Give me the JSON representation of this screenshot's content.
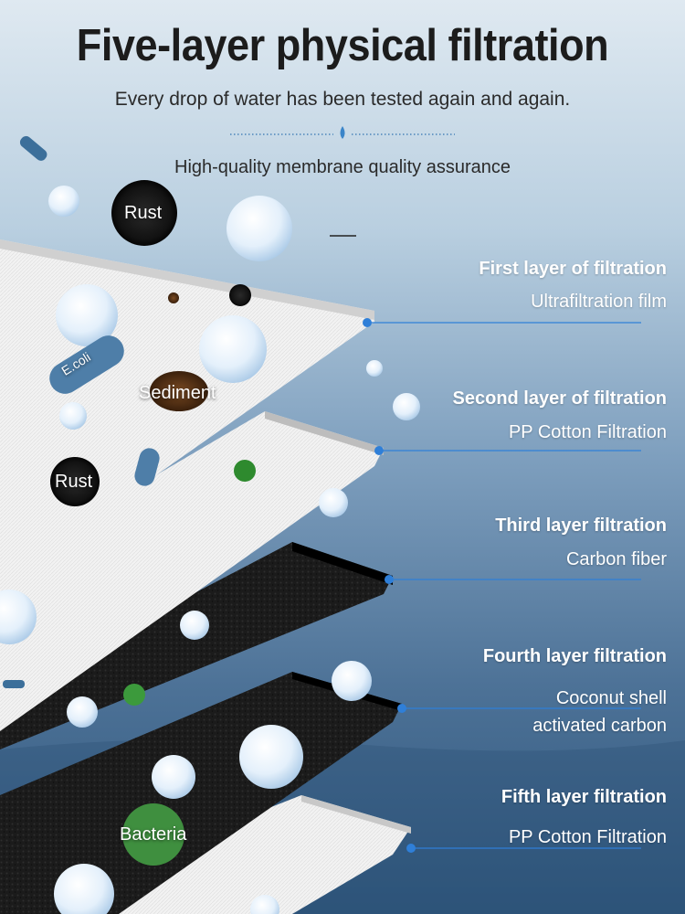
{
  "header": {
    "title": "Five-layer physical filtration",
    "subtitle": "Every drop of water has been tested again and again.",
    "tagline": "High-quality membrane quality assurance"
  },
  "layers": [
    {
      "title": "First layer of filtration",
      "subtitle": "Ultrafiltration film"
    },
    {
      "title": "Second layer of filtration",
      "subtitle": "PP Cotton Filtration"
    },
    {
      "title": "Third layer filtration",
      "subtitle": "Carbon fiber"
    },
    {
      "title": "Fourth layer filtration",
      "subtitle": "Coconut shell\nactivated carbon"
    },
    {
      "title": "Fifth layer filtration",
      "subtitle": "PP Cotton Filtration"
    }
  ],
  "particles": {
    "rust_top": "Rust",
    "rust_mid": "Rust",
    "sediment": "Sediment",
    "ecoli": "E.coli",
    "bacteria": "Bacteria"
  },
  "colors": {
    "sky_top": "#c9dcea",
    "sky_bottom": "#2c5277",
    "accent_line": "#2f7fd8"
  }
}
